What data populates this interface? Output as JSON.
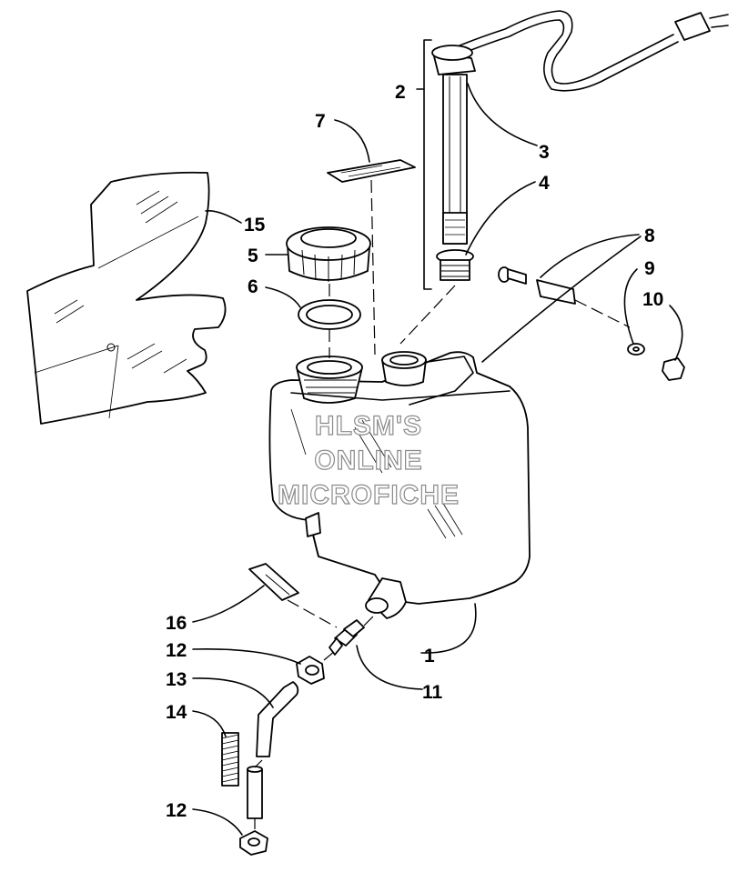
{
  "diagram": {
    "watermark": [
      "HLSM'S",
      "ONLINE",
      "MICROFICHE"
    ],
    "callouts": {
      "tank": "1",
      "gauge_assembly": "2",
      "gauge_sender": "3",
      "grommet": "4",
      "cap": "5",
      "gasket": "6",
      "label": "7",
      "bolt": "8",
      "washer": "9",
      "nut": "10",
      "fitting": "11",
      "clamp_upper": "12",
      "hose": "13",
      "spring": "14",
      "decal": "15",
      "clip": "16",
      "clamp_lower": "12"
    }
  }
}
